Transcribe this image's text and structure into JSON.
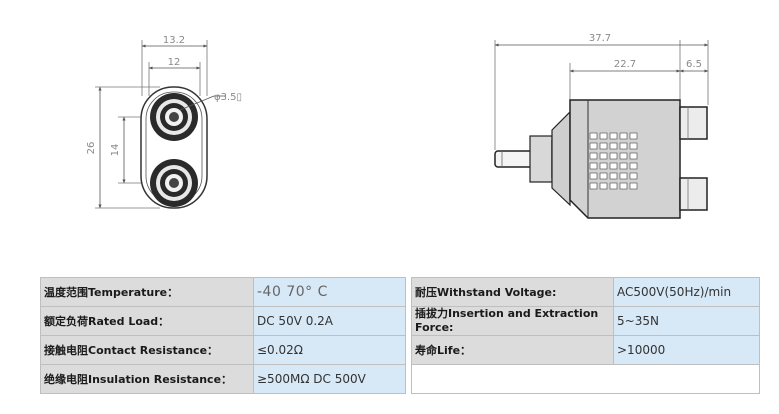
{
  "drawing": {
    "front_view": {
      "dim_width_outer": "13.2",
      "dim_width_inner": "12",
      "dim_diameter": "φ3.5▯",
      "dim_height_outer": "26",
      "dim_height_inner": "14"
    },
    "side_view": {
      "dim_total_length": "37.7",
      "dim_body_length": "22.7",
      "dim_socket_length": "6.5"
    }
  },
  "specs": {
    "left": [
      {
        "label": "温度范围Temperature：",
        "value": "-40   70° C"
      },
      {
        "label": "额定负荷Rated Load：",
        "value": "DC 50V 0.2A"
      },
      {
        "label": "接触电阻Contact Resistance：",
        "value": "≤0.02Ω"
      },
      {
        "label": "绝缘电阻Insulation Resistance：",
        "value": "≥500MΩ DC 500V"
      }
    ],
    "right": [
      {
        "label": "耐压Withstand Voltage:",
        "value": "AC500V(50Hz)/min"
      },
      {
        "label": "插拔力Insertion and Extraction Force:",
        "value": "5~35N"
      },
      {
        "label": "寿命Life：",
        "value": ">10000"
      }
    ]
  }
}
